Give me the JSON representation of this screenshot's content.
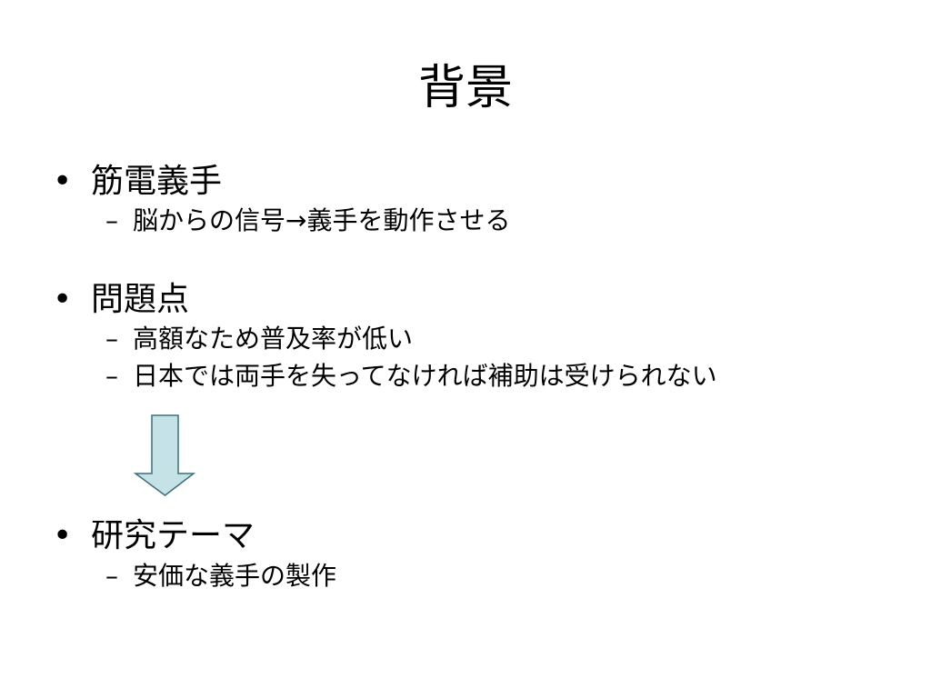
{
  "slide": {
    "title": "背景",
    "bullet_symbol": "•",
    "dash_symbol": "–",
    "sections": [
      {
        "heading": "筋電義手",
        "items": [
          "脳からの信号→義手を動作させる"
        ]
      },
      {
        "heading": "問題点",
        "items": [
          "高額なため普及率が低い",
          "日本では両手を失ってなければ補助は受けられない"
        ]
      },
      {
        "heading": "研究テーマ",
        "items": [
          "安価な義手の製作"
        ]
      }
    ],
    "arrow": {
      "icon": "down-arrow-icon",
      "fill": "#c5e3e6",
      "stroke": "#3f6f78"
    }
  }
}
